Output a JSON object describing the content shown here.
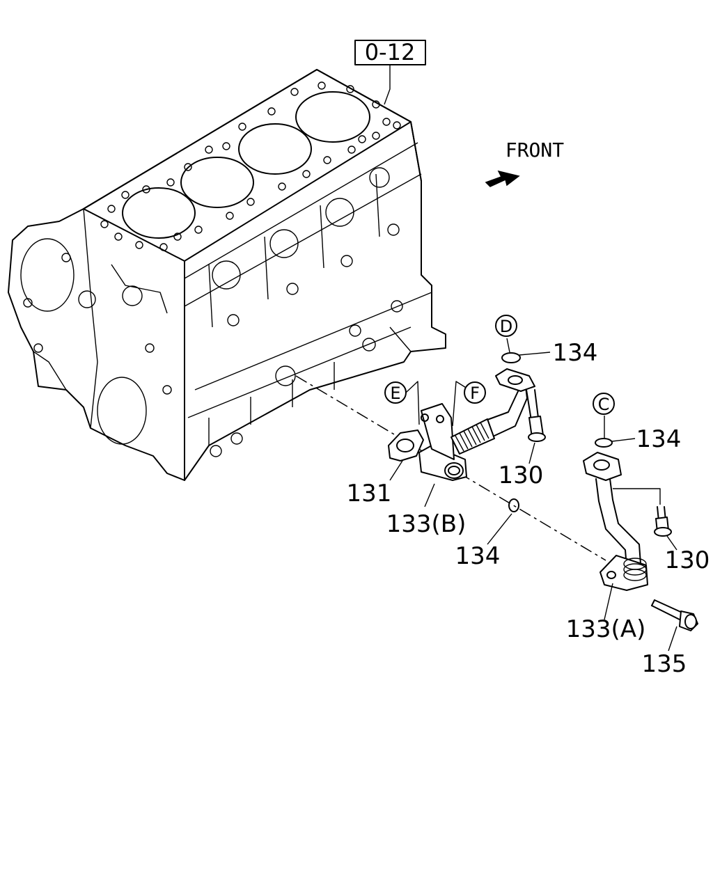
{
  "reference_box": "0-12",
  "direction_label": "FRONT",
  "circle_labels": {
    "c": "C",
    "d": "D",
    "e": "E",
    "f": "F"
  },
  "callouts": {
    "gasket_131": "131",
    "pipe_133b": "133(B)",
    "pipe_133a": "133(A)",
    "oring_134_d": "134",
    "oring_134_c": "134",
    "oring_134_mid": "134",
    "bolt_130_left": "130",
    "bolt_130_right": "130",
    "bolt_135": "135"
  }
}
